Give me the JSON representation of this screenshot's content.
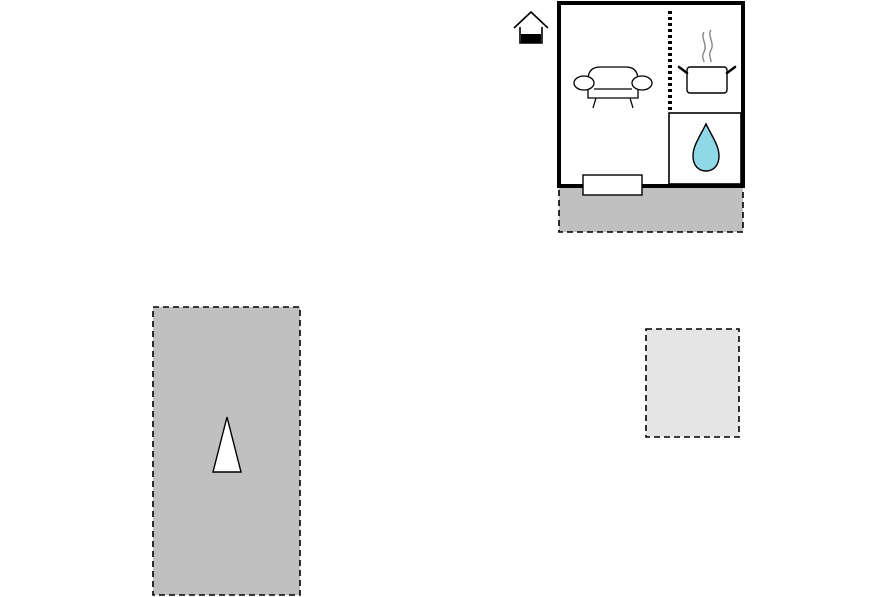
{
  "floor_plan": {
    "rooms": [
      {
        "name": "living-room",
        "icon": "sofa-icon"
      },
      {
        "name": "kitchen",
        "icon": "cooking-pot-icon"
      },
      {
        "name": "bathroom",
        "icon": "water-drop-icon"
      }
    ],
    "features": {
      "entrance_icon": "house-entrance-icon",
      "terrace": "terrace-area",
      "parking": "parking-area",
      "garden": "garden-area",
      "north_icon": "north-arrow-icon",
      "window": "window"
    },
    "colors": {
      "wall": "#000000",
      "terrace_fill": "#c0c0c0",
      "parking_fill": "#c0c0c0",
      "garden_fill": "#e5e5e5",
      "water_drop": "#8fd8e8",
      "steam": "#888888",
      "background": "#ffffff"
    }
  }
}
